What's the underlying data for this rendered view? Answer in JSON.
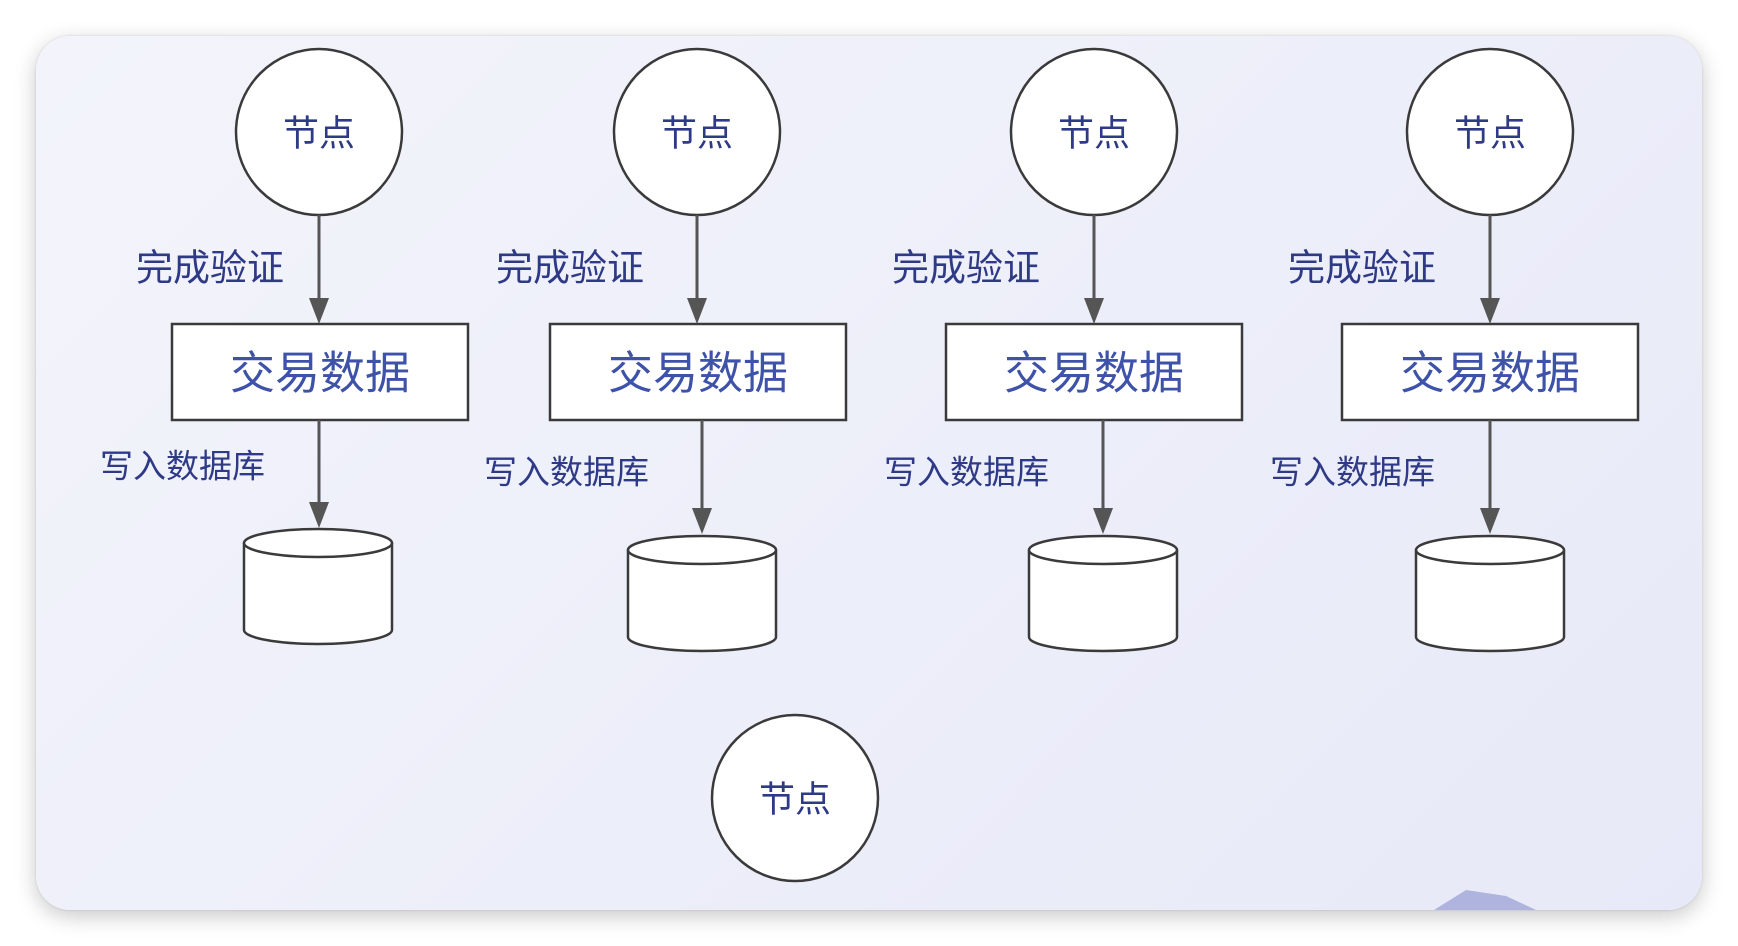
{
  "diagram": {
    "columns": [
      {
        "node": "节点",
        "edge1": "完成验证",
        "box": "交易数据",
        "edge2": "写入数据库"
      },
      {
        "node": "节点",
        "edge1": "完成验证",
        "box": "交易数据",
        "edge2": "写入数据库"
      },
      {
        "node": "节点",
        "edge1": "完成验证",
        "box": "交易数据",
        "edge2": "写入数据库"
      },
      {
        "node": "节点",
        "edge1": "完成验证",
        "box": "交易数据",
        "edge2": "写入数据库"
      }
    ],
    "extra_node": "节点"
  },
  "colors": {
    "text": "#2f3a86",
    "box_text": "#3d52a8",
    "stroke": "#3a3a3a",
    "background": "#eef0fa"
  }
}
